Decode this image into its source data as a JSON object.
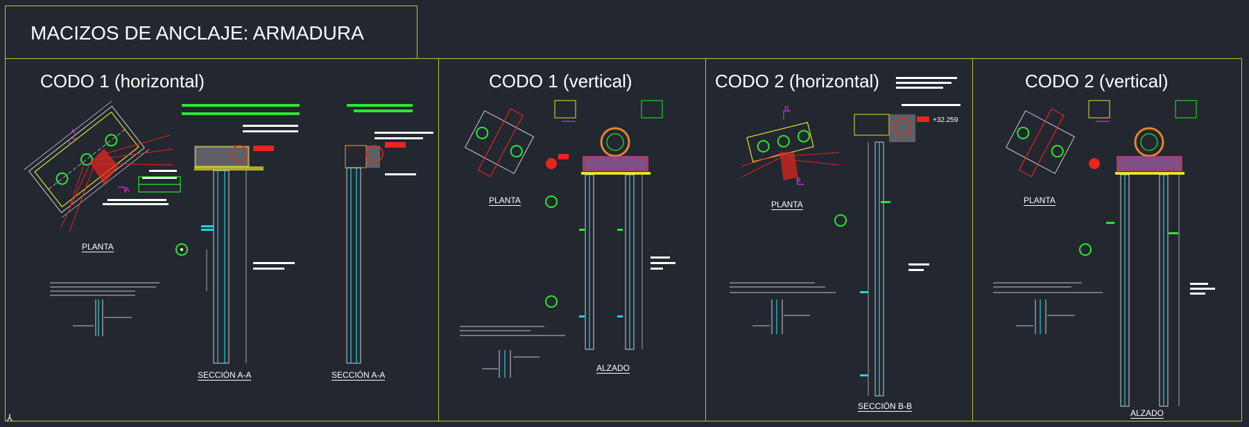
{
  "header": {
    "title": "MACIZOS DE ANCLAJE: ARMADURA"
  },
  "panels": [
    {
      "title": "CODO 1 (horizontal)",
      "labels": [
        "PLANTA",
        "SECCIÓN A-A",
        "SECCIÓN A-A"
      ],
      "markers": [
        "A",
        "A"
      ]
    },
    {
      "title": "CODO 1 (vertical)",
      "labels": [
        "PLANTA",
        "ALZADO"
      ]
    },
    {
      "title": "CODO 2 (horizontal)",
      "labels": [
        "PLANTA",
        "SECCIÓN B-B"
      ],
      "markers": [
        "B",
        "B"
      ],
      "elevation": "+32.259"
    },
    {
      "title": "CODO 2 (vertical)",
      "labels": [
        "PLANTA",
        "ALZADO"
      ]
    }
  ],
  "colors": {
    "background": "#222730",
    "frame": "#c9c233",
    "text": "#ffffff",
    "rebar_red": "#e8261e",
    "rebar_green": "#2ee82e",
    "cyan": "#22d4e0",
    "magenta": "#e02ee0",
    "yellow": "#e8e42a",
    "orange": "#e8862a"
  },
  "icons": {
    "ucs": "ucs-axis-icon"
  }
}
